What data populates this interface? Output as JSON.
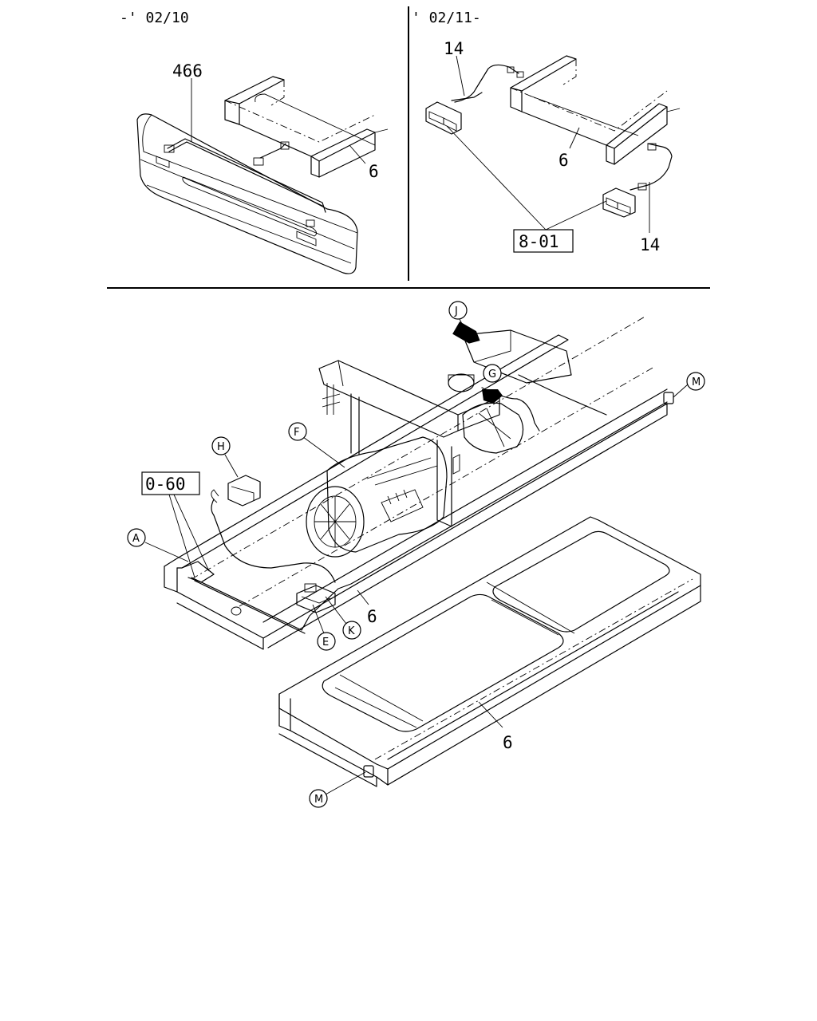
{
  "panels": {
    "top_left_header": "-' 02/10",
    "top_right_header": "' 02/11-"
  },
  "part_labels": {
    "bumper_harness": "466",
    "harness_top_left": "6",
    "lamp_harness_upper": "14",
    "lamp_harness_lower": "14",
    "harness_top_right": "6",
    "lamp_ref_box": "8-01",
    "ref_box_main": "0-60",
    "harness_main_front": "6",
    "harness_main_rear": "6"
  },
  "callouts": {
    "A": "A",
    "E": "E",
    "F": "F",
    "G": "G",
    "H": "H",
    "J": "J",
    "K": "K",
    "M_right": "M",
    "M_bottom": "M"
  }
}
